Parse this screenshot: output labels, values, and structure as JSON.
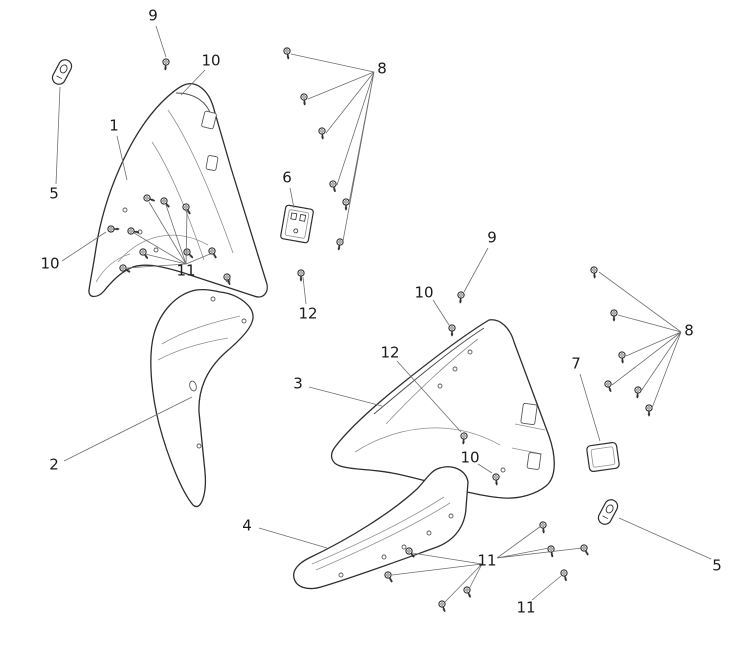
{
  "diagram": {
    "background_color": "#ffffff",
    "line_color": "#2e2e2e",
    "callouts": [
      {
        "label": "9"
      },
      {
        "label": "10"
      },
      {
        "label": "5"
      },
      {
        "label": "1"
      },
      {
        "label": "10"
      },
      {
        "label": "11"
      },
      {
        "label": "6"
      },
      {
        "label": "8"
      },
      {
        "label": "12"
      },
      {
        "label": "2"
      },
      {
        "label": "9"
      },
      {
        "label": "10"
      },
      {
        "label": "3"
      },
      {
        "label": "12"
      },
      {
        "label": "10"
      },
      {
        "label": "7"
      },
      {
        "label": "8"
      },
      {
        "label": "4"
      },
      {
        "label": "11"
      },
      {
        "label": "11"
      },
      {
        "label": "5"
      }
    ]
  }
}
